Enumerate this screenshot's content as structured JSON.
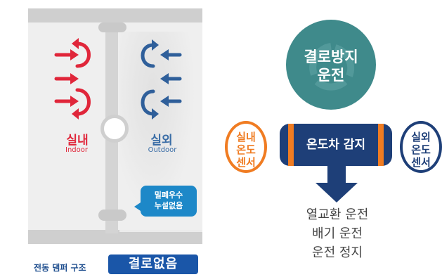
{
  "left_panel": {
    "indoor_label": "실내",
    "indoor_en": "Indoor",
    "outdoor_label": "실외",
    "outdoor_en": "Outdoor",
    "callout_line1": "밀폐우수",
    "callout_line2": "누설없음",
    "footer_text": "전동 댐퍼 구조",
    "badge": "결로없음"
  },
  "right_panel": {
    "circle_line1": "결로방지",
    "circle_line2": "운전",
    "indoor_sensor_line1": "실내",
    "indoor_sensor_line2": "온도",
    "indoor_sensor_line3": "센서",
    "outdoor_sensor_line1": "실외",
    "outdoor_sensor_line2": "온도",
    "outdoor_sensor_line3": "센서",
    "center_label": "온도차 감지",
    "operations": [
      "열교환 운전",
      "배기 운전",
      "운전 정지"
    ]
  },
  "colors": {
    "red": "#e0263a",
    "blue": "#3a6da6",
    "navy": "#1e3f78",
    "orange": "#f07c22",
    "teal": "#3f8a8b",
    "badge_blue": "#1a56a8",
    "callout_blue": "#1d88c8"
  }
}
